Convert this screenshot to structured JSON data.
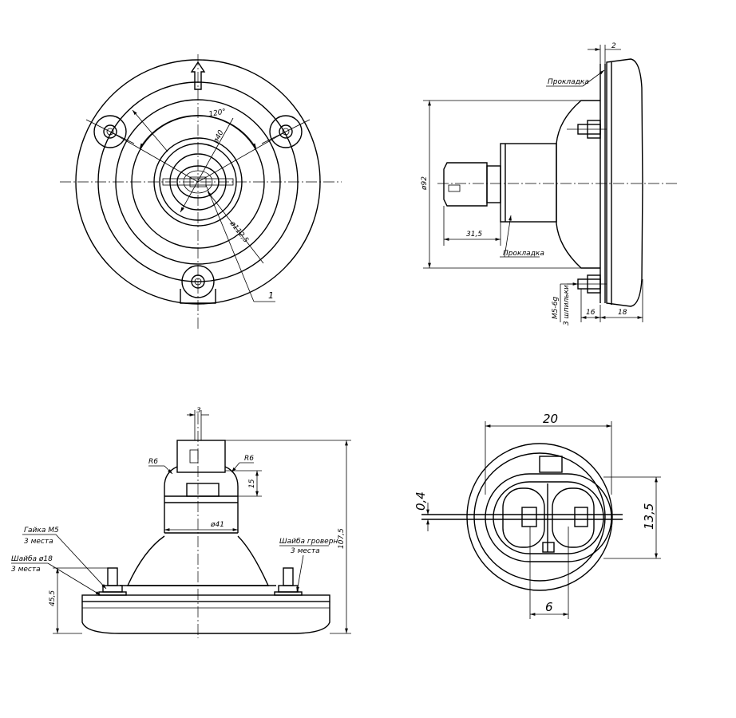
{
  "front_view": {
    "dim_angle": "120°",
    "dim_dia_40": "ø40",
    "dim_dia_112_5": "ø112,5",
    "callout_1": "1"
  },
  "side_view": {
    "label_gasket_top": "Прокладка",
    "label_gasket_bottom": "Прокладка",
    "dim_2": "2",
    "dim_dia_92": "ø92",
    "dim_31_5": "31,5",
    "label_m5": "M5-6g",
    "label_3_studs": "3 шпильки",
    "dim_16": "16",
    "dim_18": "18"
  },
  "bottom_view": {
    "dim_3": "3",
    "dim_r6_left": "R6",
    "dim_r6_right": "R6",
    "dim_15": "15",
    "dim_dia_41": "ø41",
    "dim_107_5": "107,5",
    "dim_45_5": "45,5",
    "label_nut_m5": "Гайка М5",
    "label_nut_qty": "3 места",
    "label_washer_18": "Шайба ø18",
    "label_washer_18_qty": "3 места",
    "label_spring_washer": "Шайба гроверн.",
    "label_spring_washer_qty": "3 места"
  },
  "connector_view": {
    "dim_20": "20",
    "dim_0_4": "0,4",
    "dim_13_5": "13,5",
    "dim_6": "6"
  }
}
